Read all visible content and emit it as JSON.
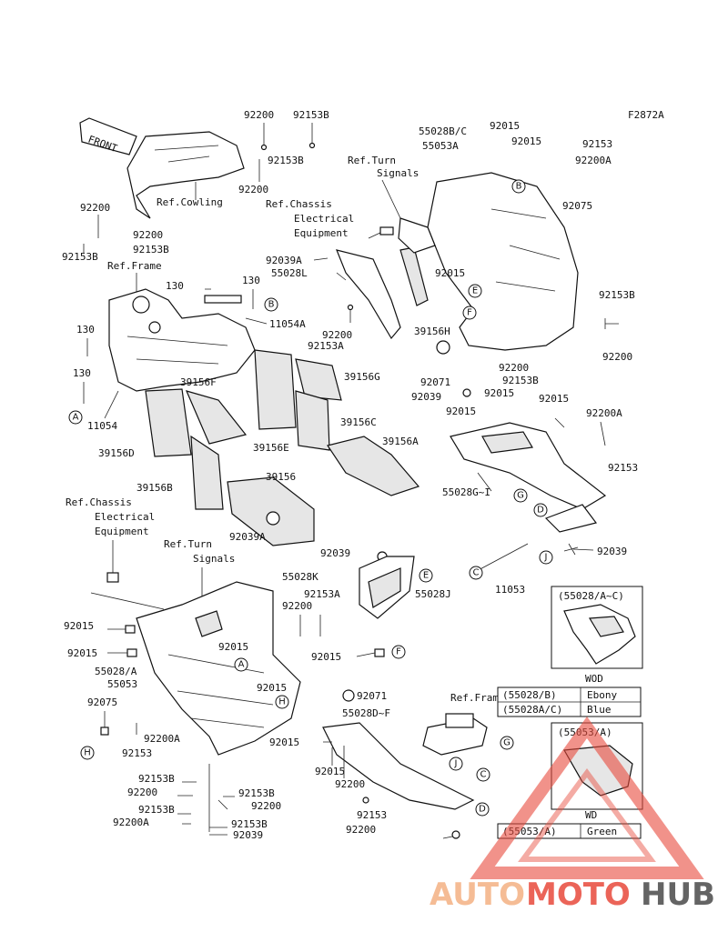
{
  "figure_code": "F2872A",
  "front_label": "FRONT",
  "ref_labels": {
    "cowling": "Ref.Cowling",
    "frame_top": "Ref.Frame",
    "turn_signals_top_1": "Ref.Turn",
    "turn_signals_top_2": "Signals",
    "chassis_top_1": "Ref.Chassis",
    "chassis_top_2": "Electrical",
    "chassis_top_3": "Equipment",
    "chassis_bottom_1": "Ref.Chassis",
    "chassis_bottom_2": "Electrical",
    "chassis_bottom_3": "Equipment",
    "turn_signals_bottom_1": "Ref.Turn",
    "turn_signals_bottom_2": "Signals",
    "frame_bottom": "Ref.Frame"
  },
  "part_labels": [
    {
      "id": "p1",
      "text": "92200"
    },
    {
      "id": "p2",
      "text": "92153B"
    },
    {
      "id": "p3",
      "text": "92153B"
    },
    {
      "id": "p4",
      "text": "92200"
    },
    {
      "id": "p5",
      "text": "92200"
    },
    {
      "id": "p6",
      "text": "92200"
    },
    {
      "id": "p7",
      "text": "92153B"
    },
    {
      "id": "p8",
      "text": "92153B"
    },
    {
      "id": "p9",
      "text": "55028B/C"
    },
    {
      "id": "p10",
      "text": "55053A"
    },
    {
      "id": "p11",
      "text": "92015"
    },
    {
      "id": "p12",
      "text": "92015"
    },
    {
      "id": "p13",
      "text": "92153"
    },
    {
      "id": "p14",
      "text": "92200A"
    },
    {
      "id": "p15",
      "text": "92075"
    },
    {
      "id": "p16",
      "text": "92039A"
    },
    {
      "id": "p17",
      "text": "55028L"
    },
    {
      "id": "p18",
      "text": "92015"
    },
    {
      "id": "p19",
      "text": "130"
    },
    {
      "id": "p20",
      "text": "130"
    },
    {
      "id": "p21",
      "text": "11054A"
    },
    {
      "id": "p22",
      "text": "92200"
    },
    {
      "id": "p23",
      "text": "92153A"
    },
    {
      "id": "p24",
      "text": "39156H"
    },
    {
      "id": "p25",
      "text": "92153B"
    },
    {
      "id": "p26",
      "text": "92200"
    },
    {
      "id": "p27",
      "text": "130"
    },
    {
      "id": "p28",
      "text": "130"
    },
    {
      "id": "p29",
      "text": "39156F"
    },
    {
      "id": "p30",
      "text": "39156G"
    },
    {
      "id": "p31",
      "text": "92071"
    },
    {
      "id": "p32",
      "text": "92200"
    },
    {
      "id": "p33",
      "text": "92153B"
    },
    {
      "id": "p34",
      "text": "92039"
    },
    {
      "id": "p35",
      "text": "92015"
    },
    {
      "id": "p36",
      "text": "92015"
    },
    {
      "id": "p37",
      "text": "11054"
    },
    {
      "id": "p38",
      "text": "39156C"
    },
    {
      "id": "p39",
      "text": "92015"
    },
    {
      "id": "p40",
      "text": "92200A"
    },
    {
      "id": "p41",
      "text": "39156D"
    },
    {
      "id": "p42",
      "text": "39156E"
    },
    {
      "id": "p43",
      "text": "39156A"
    },
    {
      "id": "p44",
      "text": "92153"
    },
    {
      "id": "p45",
      "text": "39156B"
    },
    {
      "id": "p46",
      "text": "39156"
    },
    {
      "id": "p47",
      "text": "55028G~I"
    },
    {
      "id": "p48",
      "text": "92039A"
    },
    {
      "id": "p49",
      "text": "92039"
    },
    {
      "id": "p50",
      "text": "55028K"
    },
    {
      "id": "p51",
      "text": "92039"
    },
    {
      "id": "p52",
      "text": "11053"
    },
    {
      "id": "p53",
      "text": "92153A"
    },
    {
      "id": "p54",
      "text": "55028J"
    },
    {
      "id": "p55",
      "text": "92200"
    },
    {
      "id": "p56",
      "text": "92015"
    },
    {
      "id": "p57",
      "text": "92015"
    },
    {
      "id": "p58",
      "text": "92015"
    },
    {
      "id": "p59",
      "text": "55028/A"
    },
    {
      "id": "p60",
      "text": "55053"
    },
    {
      "id": "p61",
      "text": "92015"
    },
    {
      "id": "p62",
      "text": "92071"
    },
    {
      "id": "p63",
      "text": "92075"
    },
    {
      "id": "p64",
      "text": "55028D~F"
    },
    {
      "id": "p65",
      "text": "92200A"
    },
    {
      "id": "p66",
      "text": "92153"
    },
    {
      "id": "p67",
      "text": "92015"
    },
    {
      "id": "p68",
      "text": "92015"
    },
    {
      "id": "p69",
      "text": "92015"
    },
    {
      "id": "p70",
      "text": "92200"
    },
    {
      "id": "p71",
      "text": "92153B"
    },
    {
      "id": "p72",
      "text": "92200"
    },
    {
      "id": "p73",
      "text": "92153B"
    },
    {
      "id": "p74",
      "text": "92200"
    },
    {
      "id": "p75",
      "text": "92153B"
    },
    {
      "id": "p76",
      "text": "92200A"
    },
    {
      "id": "p77",
      "text": "92153"
    },
    {
      "id": "p78",
      "text": "92200"
    },
    {
      "id": "p79",
      "text": "92153B"
    },
    {
      "id": "p80",
      "text": "92039"
    }
  ],
  "callouts": {
    "a_top": "A",
    "b_top": "B",
    "b_right": "B",
    "e_top": "E",
    "f_top": "F",
    "g_mid": "G",
    "d_mid": "D",
    "j_mid": "J",
    "c_mid": "C",
    "e_low": "E",
    "f_low": "F",
    "a_low": "A",
    "h_low": "H",
    "h_left": "H",
    "g_low": "G",
    "j_low": "J",
    "c_low": "C",
    "d_low": "D"
  },
  "inset_top": {
    "title": "(55028/A~C)",
    "color_code": "WOD",
    "rows": [
      {
        "part": "(55028/B)",
        "color": "Ebony"
      },
      {
        "part": "(55028A/C)",
        "color": "Blue"
      }
    ]
  },
  "inset_bottom": {
    "title": "(55053/A)",
    "color_code": "WD",
    "rows": [
      {
        "part": "(55053/A)",
        "color": "Green"
      }
    ]
  },
  "watermark": {
    "part1": "AUTO",
    "part2": "MOTO",
    "part3": "HUB",
    "color1": "#f4b183",
    "color2": "#e84a3c",
    "color3": "#4a4a4a"
  }
}
